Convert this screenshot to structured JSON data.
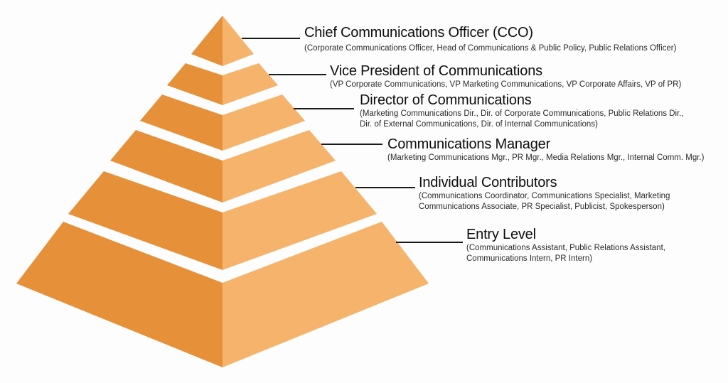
{
  "diagram": {
    "type": "pyramid",
    "colors": {
      "left_face": "#E6913A",
      "right_face": "#F5B36B",
      "background": "#FDFDFD",
      "leader_line": "#1A1A1A"
    },
    "levels": [
      {
        "rank": 1,
        "title": "Chief Communications Officer (CCO)",
        "subtitle_lines": [
          "(Corporate Communications Officer, Head of Communications & Public Policy, Public Relations Officer)"
        ]
      },
      {
        "rank": 2,
        "title": "Vice President of Communications",
        "subtitle_lines": [
          "(VP Corporate Communications, VP Marketing Communications, VP Corporate Affairs, VP of PR)"
        ]
      },
      {
        "rank": 3,
        "title": "Director of Communications",
        "subtitle_lines": [
          "(Marketing Communications Dir., Dir. of Corporate Communications, Public Relations Dir.,",
          "Dir. of External Communications, Dir. of Internal Communications)"
        ]
      },
      {
        "rank": 4,
        "title": "Communications Manager",
        "subtitle_lines": [
          "(Marketing Communications Mgr., PR Mgr., Media Relations Mgr., Internal Comm. Mgr.)"
        ]
      },
      {
        "rank": 5,
        "title": "Individual Contributors",
        "subtitle_lines": [
          "(Communications Coordinator, Communications Specialist, Marketing",
          "Communications Associate, PR Specialist, Publicist, Spokesperson)"
        ]
      },
      {
        "rank": 6,
        "title": "Entry Level",
        "subtitle_lines": [
          "(Communications Assistant, Public Relations Assistant,",
          "Communications Intern, PR Intern)"
        ]
      }
    ]
  }
}
